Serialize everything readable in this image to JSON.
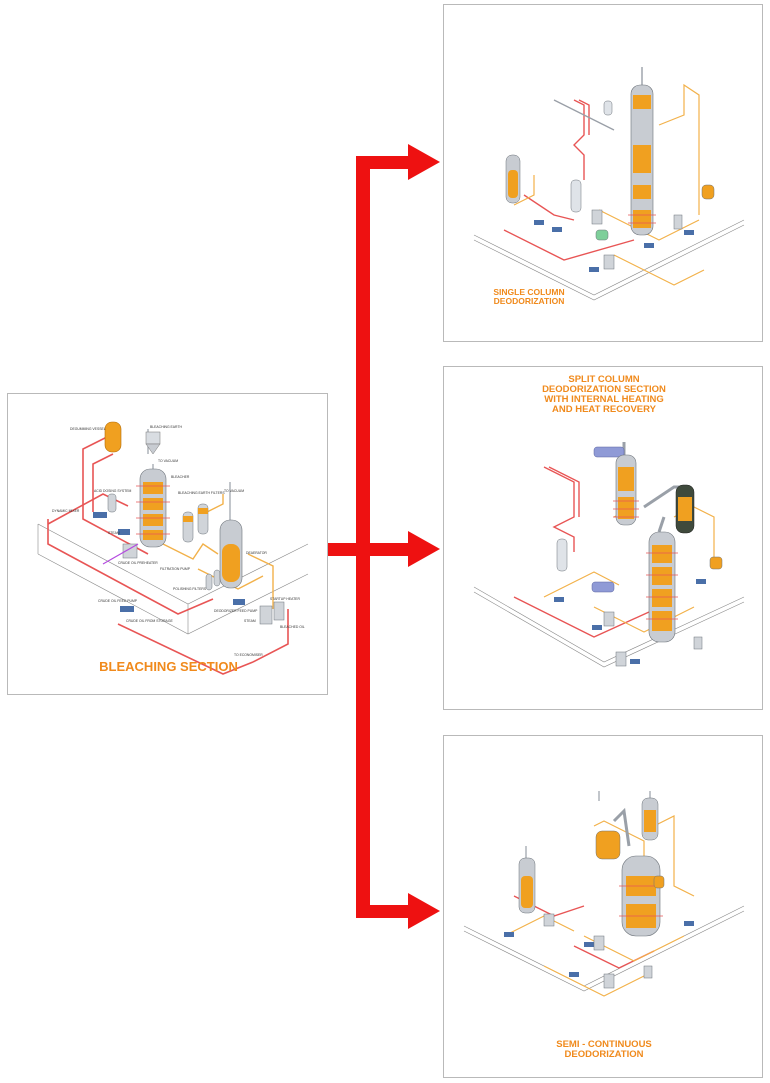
{
  "panels": {
    "bleaching": {
      "title": "BLEACHING SECTION",
      "labels": {
        "degumming_vessel": "DEGUMMING VESSEL",
        "bleaching_earth": "BLEACHING EARTH",
        "to_vacuum_1": "TO VACUUM",
        "to_vacuum_2": "TO VACUUM",
        "bleacher": "BLEACHER",
        "bleaching_earth_filters": "BLEACHING EARTH FILTERS",
        "acid_dosing": "ACID DOSING SYSTEM",
        "dynamic_mixer": "DYNAMIC MIXER",
        "steam": "STEAM",
        "crude_oil_preheater": "CRUDE OIL PREHEATER",
        "filtration_pump": "FILTRATION PUMP",
        "polishing_filters": "POLISHING FILTERS",
        "deaerator": "DEAERATOR",
        "deodorizer_feed_pump": "DEODORIZER FEED PUMP",
        "startup_heater": "STARTUP HEATER",
        "steam_2": "STEAM",
        "bleached_oil": "BLEACHED OIL",
        "crude_oil_feed_pump": "CRUDE OIL FEED PUMP",
        "crude_oil_from_storage": "CRUDE OIL FROM STORAGE",
        "to_economiser": "TO ECONOMISER"
      }
    },
    "single": {
      "title_line1": "SINGLE COLUMN",
      "title_line2": "DEODORIZATION"
    },
    "split": {
      "title_line1": "SPLIT COLUMN",
      "title_line2": "DEODORIZATION SECTION",
      "title_line3": "WITH INTERNAL HEATING",
      "title_line4": "AND HEAT RECOVERY"
    },
    "semi": {
      "title_line1": "SEMI - CONTINUOUS",
      "title_line2": "DEODORIZATION"
    }
  },
  "colors": {
    "arrow": "#ee1111",
    "title_orange": "#f08a1c",
    "vessel_orange": "#f0a020",
    "pipe_red": "#e85555",
    "pipe_orange": "#f2b14a",
    "pipe_grey": "#9aa0a8",
    "steel": "#c8ccd2"
  }
}
